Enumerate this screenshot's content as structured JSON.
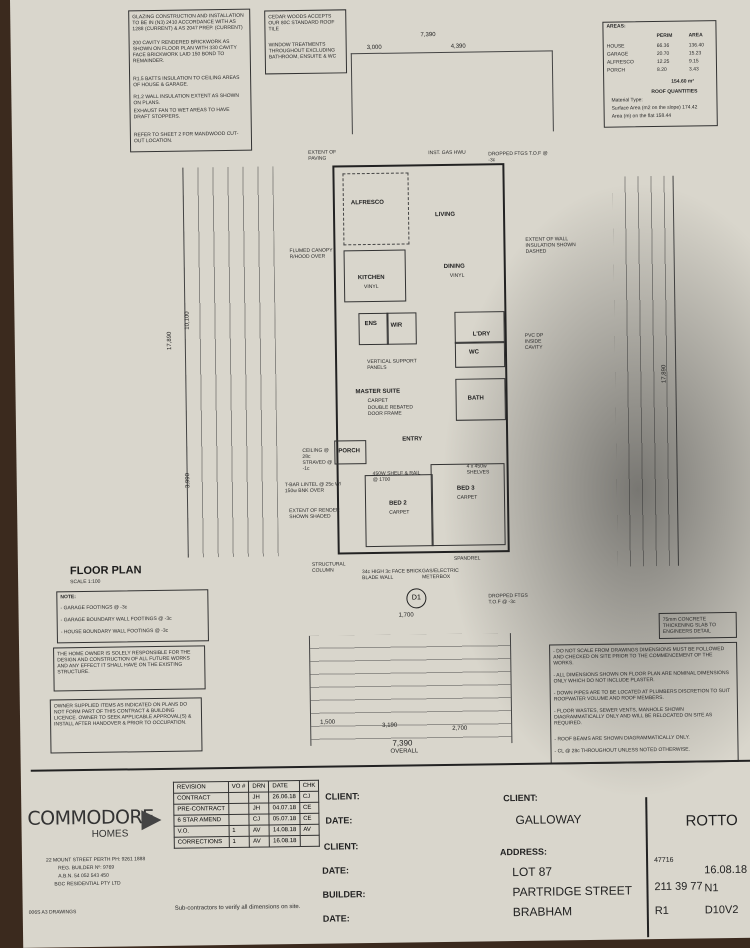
{
  "notes_top_left": [
    "GLAZING CONSTRUCTION AND INSTALLATION TO BE IN (N3) 2410 ACCORDANCE WITH AS 1288 (CURRENT) & AS 2047 PREP. (CURRENT)",
    "200 CAVITY RENDERED BRICKWORK AS SHOWN ON FLOOR PLAN WITH 330 CAVITY FACE BRICKWORK LAID 150 BOND TO REMAINDER.",
    "R1.5 BATTS INSULATION TO CEILING AREAS OF HOUSE & GARAGE.",
    "R1.2 WALL INSULATION EXTENT AS SHOWN ON PLANS.",
    "EXHAUST FAN TO WET AREAS TO HAVE DRAFT STOPPERS.",
    "REFER TO SHEET 2 FOR MANDWOOD CUT-OUT LOCATION."
  ],
  "notes_top_mid": [
    "CEDAR WOODS ACCEPTS OUR 80C STANDARD ROOF TILE",
    "WINDOW TREATMENTS THROUGHOUT EXCLUDING BATHROOM, ENSUITE & WC"
  ],
  "areas": {
    "title": "AREAS:",
    "headers": [
      "",
      "PERIM",
      "AREA"
    ],
    "rows": [
      [
        "HOUSE",
        "66.36",
        "136.40"
      ],
      [
        "GARAGE",
        "20.70",
        "15.23"
      ],
      [
        "ALFRESCO",
        "12.25",
        "9.15"
      ],
      [
        "PORCH",
        "8.20",
        "3.43"
      ]
    ],
    "total": "154.60 m²",
    "roof_title": "ROOF QUANTITIES",
    "material": "Material Type:",
    "roof_rows": [
      "Surface Area (m2 on the slope) 174.42",
      "Area (m) on the flat 158.44"
    ]
  },
  "rooms": {
    "alfresco": "ALFRESCO",
    "living": "LIVING",
    "dining": "DINING",
    "kitchen": "KITCHEN",
    "ens": "ENS",
    "wir": "WIR",
    "ldry": "L'DRY",
    "wc": "WC",
    "master": "MASTER SUITE",
    "bath": "BATH",
    "entry": "ENTRY",
    "porch": "PORCH",
    "bed2": "BED 2",
    "bed3": "BED 3"
  },
  "room_subs": {
    "master": "CARPET",
    "bed2": "CARPET",
    "bed3": "CARPET",
    "dining": "VINYL",
    "kitchen": "VINYL"
  },
  "annotations": [
    "EXTENT OF PAVING",
    "INST. GAS HWU",
    "DROPPED FTGS T.O.F @ -3c",
    "FLUMED CANOPY R/HOOD OVER",
    "EXTENT OF WALL INSULATION SHOWN DASHED",
    "VERTICAL SUPPORT PANELS",
    "DOUBLE REBATED DOOR FRAME",
    "CEILING @ 28c STRAVED @ -1c",
    "T-BAR LINTEL @ 25c W/ 150w BNK OVER",
    "EXTENT OF RENDER SHOWN SHADED",
    "STRUCTURAL COLUMN",
    "34c HIGH 3c FACE BRICK BLADE WALL",
    "GAS/ELECTRIC METERBOX",
    "SPANDREL",
    "PVC DP INSIDE CAVITY",
    "4 x 450w SHELVES",
    "450W SHELF & RAIL @ 1700",
    "DROPPED FTGS T.O.F @ -3c"
  ],
  "dims": {
    "top_overall": "7,390",
    "top_a": "3,000",
    "top_b": "4,390",
    "left_overall": "17,890",
    "left_a": "10,100",
    "left_b": "3,990",
    "right_overall": "17,890",
    "bottom_overall": "7,390",
    "bottom_a": "1,500",
    "bottom_b": "3,190",
    "bottom_c": "2,700",
    "overall_label": "OVERALL",
    "d1": "D1",
    "d1_dim": "1,700"
  },
  "floor_plan": {
    "title": "FLOOR PLAN",
    "scale": "SCALE 1:100"
  },
  "footing_notes": {
    "title": "NOTE:",
    "items": [
      "- GARAGE FOOTINGS @ -3c",
      "- GARAGE BOUNDARY WALL FOOTINGS @ -3c",
      "- HOUSE BOUNDARY WALL FOOTINGS @ -3c"
    ]
  },
  "owner_note1": "THE HOME OWNER IS SOLELY RESPONSIBLE FOR THE DESIGN AND CONSTRUCTION OF ALL FUTURE WORKS AND ANY EFFECT IT SHALL HAVE ON THE EXISTING STRUCTURE.",
  "owner_note2": "OWNER SUPPLIED ITEMS AS INDICATED ON PLANS DO NOT FORM PART OF THIS CONTRACT & BUILDING LICENCE. OWNER TO SEEK APPLICABLE APPROVAL(S) & INSTALL AFTER HANDOVER & PRIOR TO OCCUPATION.",
  "general_notes": [
    "- DO NOT SCALE FROM DRAWINGS DIMENSIONS MUST BE FOLLOWED AND CHECKED ON SITE PRIOR TO THE COMMENCEMENT OF THE WORKS.",
    "- ALL DIMENSIONS SHOWN ON FLOOR PLAN ARE NOMINAL DIMENSIONS ONLY WHICH DO NOT INCLUDE PLASTER.",
    "- DOWN PIPES ARE TO BE LOCATED AT PLUMBERS DISCRETION TO SUIT ROOFWATER VOLUME AND ROOF MEMBERS.",
    "- FLOOR WASTES, SEWER VENTS, MANHOLE SHOWN DIAGRAMMATICALLY ONLY AND WILL BE RELOCATED ON SITE AS REQUIRED.",
    "- ROOF BEAMS ARE SHOWN DIAGRAMMATICALLY ONLY.",
    "- CL @ 28c THROUGHOUT UNLESS NOTED OTHERWISE."
  ],
  "slab_note": "75mm CONCRETE THICKENING SLAB TO ENGINEERS DETAIL",
  "company": {
    "name": "COMMODORE",
    "sub": "HOMES",
    "address": "22 MOUNT STREET PERTH PH: 9261 1888",
    "reg": "REG. BUILDER Nº: 9769",
    "abn": "A.B.N. 54 052 543 450",
    "bgc": "BGC RESIDENTIAL PTY LTD",
    "code": "006S A3 DRAWINGS"
  },
  "revision_table": {
    "headers": [
      "REVISION",
      "VO #",
      "DRN",
      "DATE",
      "CHK"
    ],
    "rows": [
      [
        "CONTRACT",
        "",
        "JH",
        "26.06.18",
        "CJ"
      ],
      [
        "PRE-CONTRACT",
        "",
        "JH",
        "04.07.18",
        "CE"
      ],
      [
        "6 STAR AMEND",
        "",
        "CJ",
        "05.07.18",
        "CE"
      ],
      [
        "V.O.",
        "1",
        "AV",
        "14.08.18",
        "AV"
      ],
      [
        "CORRECTIONS",
        "1",
        "AV",
        "16.08.18",
        ""
      ]
    ],
    "footer": "Sub-contractors to verify all dimensions on site."
  },
  "signoff": {
    "client": "CLIENT:",
    "date": "DATE:",
    "builder": "BUILDER:"
  },
  "client_block": {
    "client_label": "CLIENT:",
    "client": "GALLOWAY",
    "address_label": "ADDRESS:",
    "lot": "LOT 87",
    "street": "PARTRIDGE STREET",
    "suburb": "BRABHAM"
  },
  "model": {
    "name": "ROTTO",
    "model_no": "47716",
    "date": "16.08.18",
    "map_ref": "211 39 77",
    "wind": "N1",
    "coastal": "R1",
    "soil": "D10V2"
  }
}
